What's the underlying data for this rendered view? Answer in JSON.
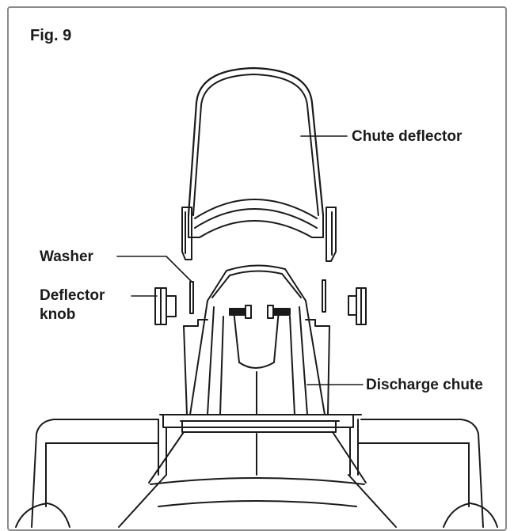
{
  "figure": {
    "title": "Fig. 9"
  },
  "labels": {
    "chute_deflector": "Chute deflector",
    "washer": "Washer",
    "deflector_knob_line1": "Deflector",
    "deflector_knob_line2": "knob",
    "discharge_chute": "Discharge chute"
  },
  "colors": {
    "line": "#1a1a1a",
    "frame": "#8a8a8a",
    "background": "#ffffff"
  }
}
